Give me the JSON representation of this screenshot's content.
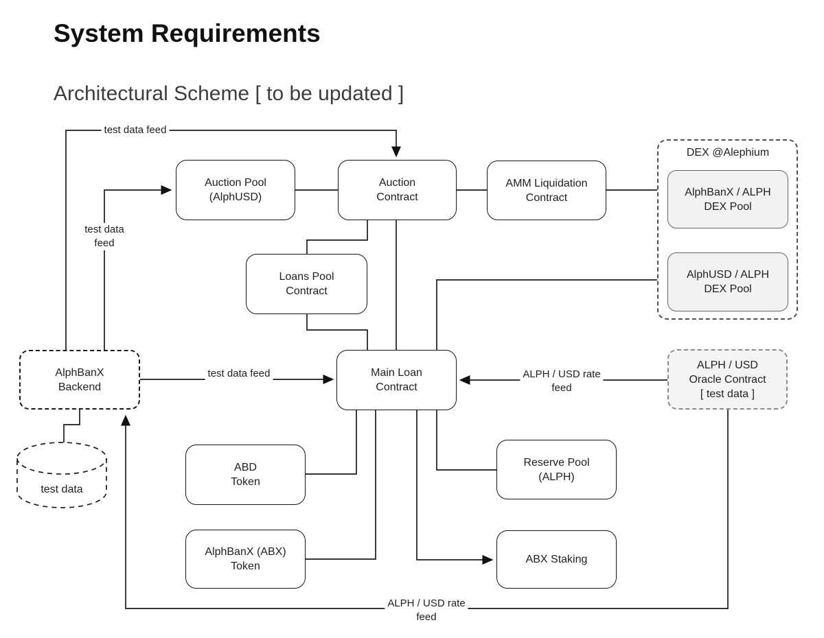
{
  "page": {
    "title": "System Requirements",
    "subtitle": "Architectural Scheme [ to be updated ]"
  },
  "nodes": {
    "auction_pool": {
      "line1": "Auction Pool",
      "line2": "(AlphUSD)"
    },
    "auction_contract": {
      "line1": "Auction",
      "line2": "Contract"
    },
    "amm_liquidation": {
      "line1": "AMM Liquidation",
      "line2": "Contract"
    },
    "dex_group": {
      "title": "DEX @Alephium"
    },
    "dex_pool_alphbanx": {
      "line1": "AlphBanX / ALPH",
      "line2": "DEX Pool"
    },
    "dex_pool_alphusd": {
      "line1": "AlphUSD / ALPH",
      "line2": "DEX Pool"
    },
    "loans_pool": {
      "line1": "Loans Pool",
      "line2": "Contract"
    },
    "backend": {
      "line1": "AlphBanX",
      "line2": "Backend"
    },
    "main_loan": {
      "line1": "Main Loan",
      "line2": "Contract"
    },
    "oracle": {
      "line1": "ALPH / USD",
      "line2": "Oracle Contract",
      "line3": "[ test data ]"
    },
    "test_data_db": {
      "line1": "test data"
    },
    "abd_token": {
      "line1": "ABD",
      "line2": "Token"
    },
    "abx_token": {
      "line1": "AlphBanX (ABX)",
      "line2": "Token"
    },
    "reserve_pool": {
      "line1": "Reserve Pool",
      "line2": "(ALPH)"
    },
    "abx_staking": {
      "line1": "ABX Staking"
    }
  },
  "edge_labels": {
    "top_feed": {
      "line1": "test data feed"
    },
    "left_feed": {
      "line1": "test data",
      "line2": "feed"
    },
    "mid_feed": {
      "line1": "test data feed"
    },
    "oracle_feed": {
      "line1": "ALPH / USD rate",
      "line2": "feed"
    },
    "bottom_feed": {
      "line1": "ALPH / USD rate",
      "line2": "feed"
    }
  },
  "colors": {
    "line": "#1a1a1a",
    "node_border": "#141414",
    "gray_fill": "#f2f2f2",
    "gray_border": "#666666"
  }
}
